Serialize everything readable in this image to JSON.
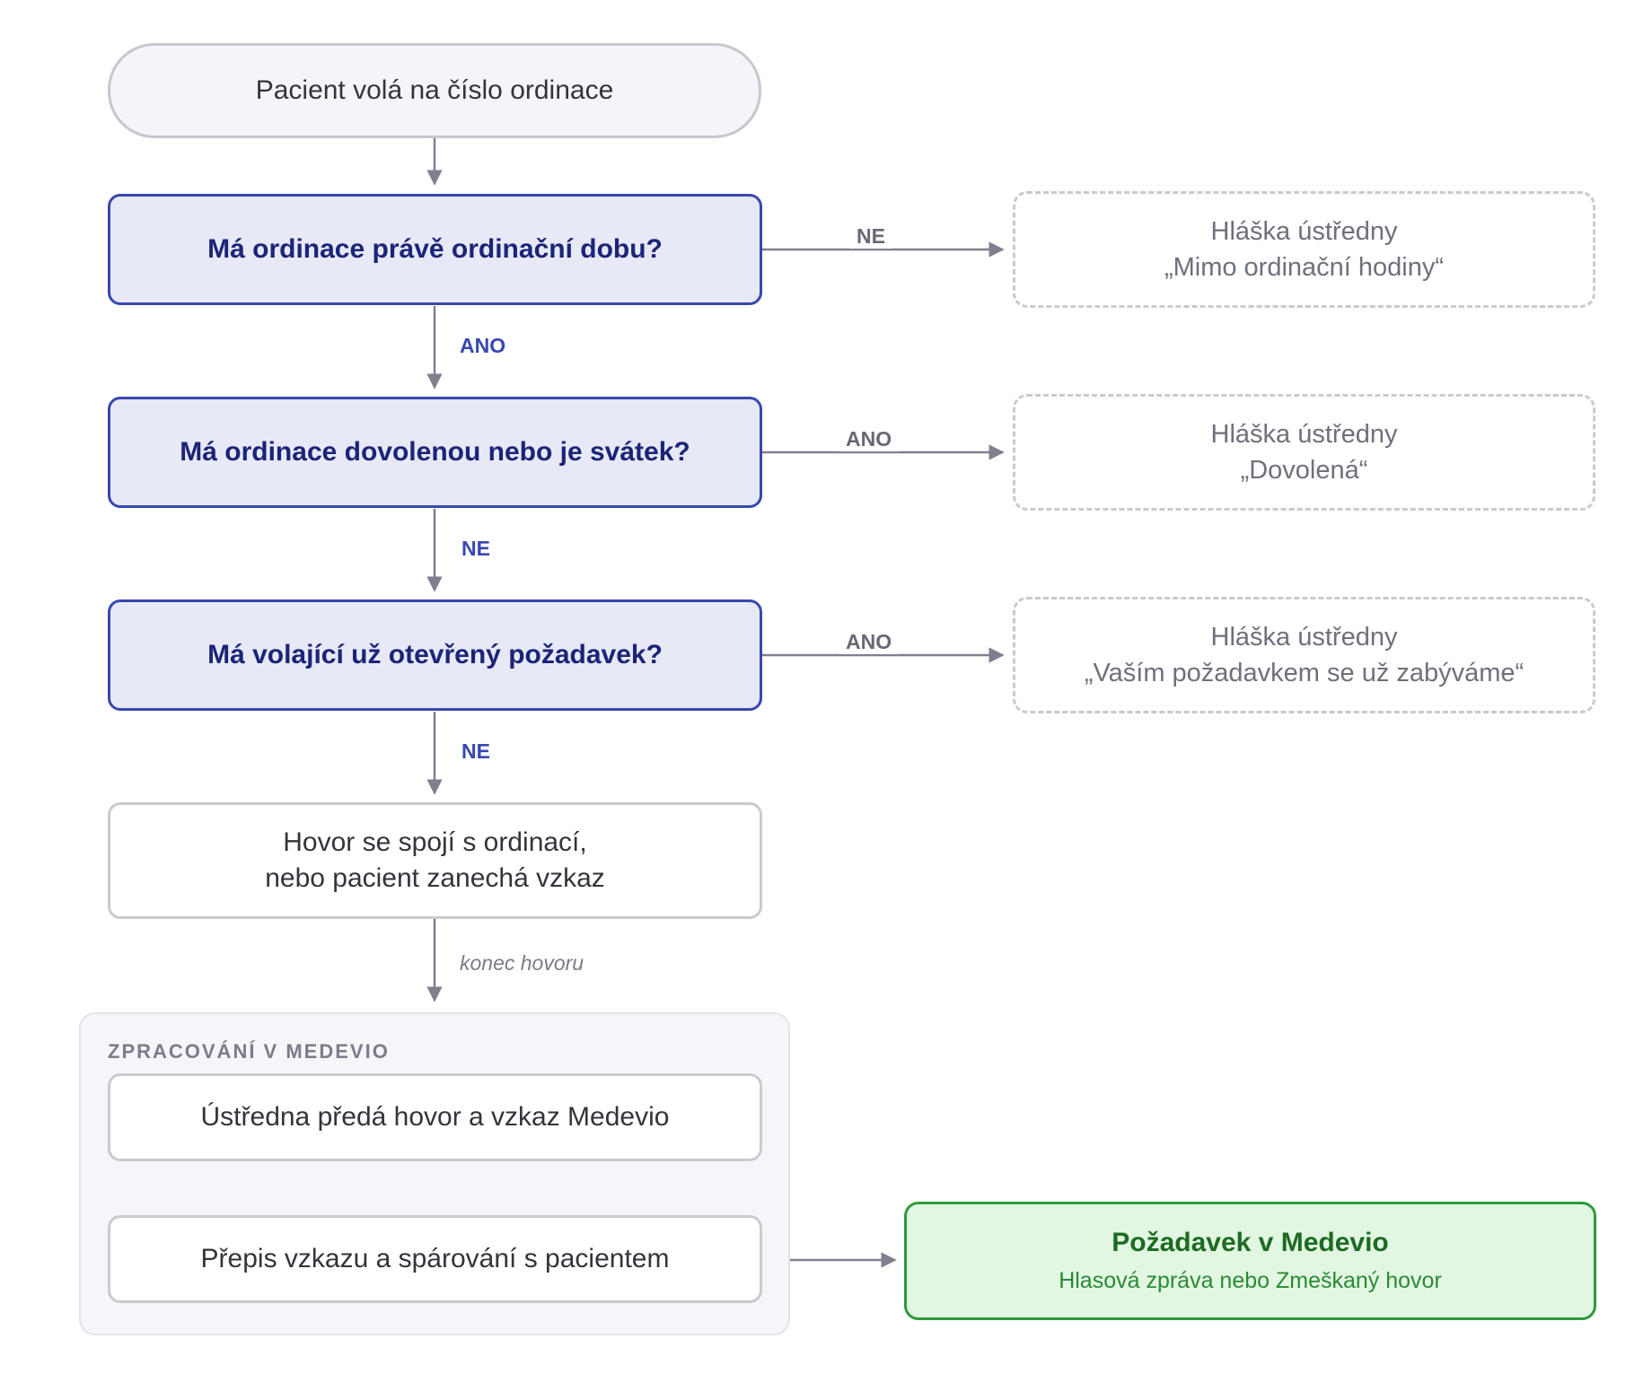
{
  "nodes": {
    "start": "Pacient volá na číslo ordinace",
    "q_hours": "Má ordinace právě ordinační dobu?",
    "q_holiday": "Má ordinace dovolenou nebo je svátek?",
    "q_open_request": "Má volající už otevřený požadavek?",
    "connect": {
      "line1": "Hovor se spojí s ordinací,",
      "line2": "nebo pacient zanechá vzkaz"
    },
    "out_hours": {
      "line1": "Hláška ústředny",
      "line2": "„Mimo ordinační hodiny“"
    },
    "out_holiday": {
      "line1": "Hláška ústředny",
      "line2": "„Dovolená“"
    },
    "out_request": {
      "line1": "Hláška ústředny",
      "line2": "„Vaším požadavkem se už zabýváme“"
    },
    "group_title": "ZPRACOVÁNÍ V MEDEVIO",
    "handover": "Ústředna předá hovor a vzkaz Medevio",
    "transcribe": "Přepis vzkazu a spárování s pacientem",
    "final": {
      "title": "Požadavek v Medevio",
      "subtitle": "Hlasová zpráva nebo Zmeškaný hovor"
    }
  },
  "edges": {
    "hours_no": "NE",
    "hours_yes": "ANO",
    "holiday_yes": "ANO",
    "holiday_no": "NE",
    "request_yes": "ANO",
    "request_no": "NE",
    "call_end": "konec hovoru"
  },
  "colors": {
    "connector": "#7f7f90",
    "decision_border": "#3848b0",
    "decision_fill": "#e7e9f6",
    "final_border": "#2e9a3c",
    "final_fill": "#e2f7e2"
  }
}
